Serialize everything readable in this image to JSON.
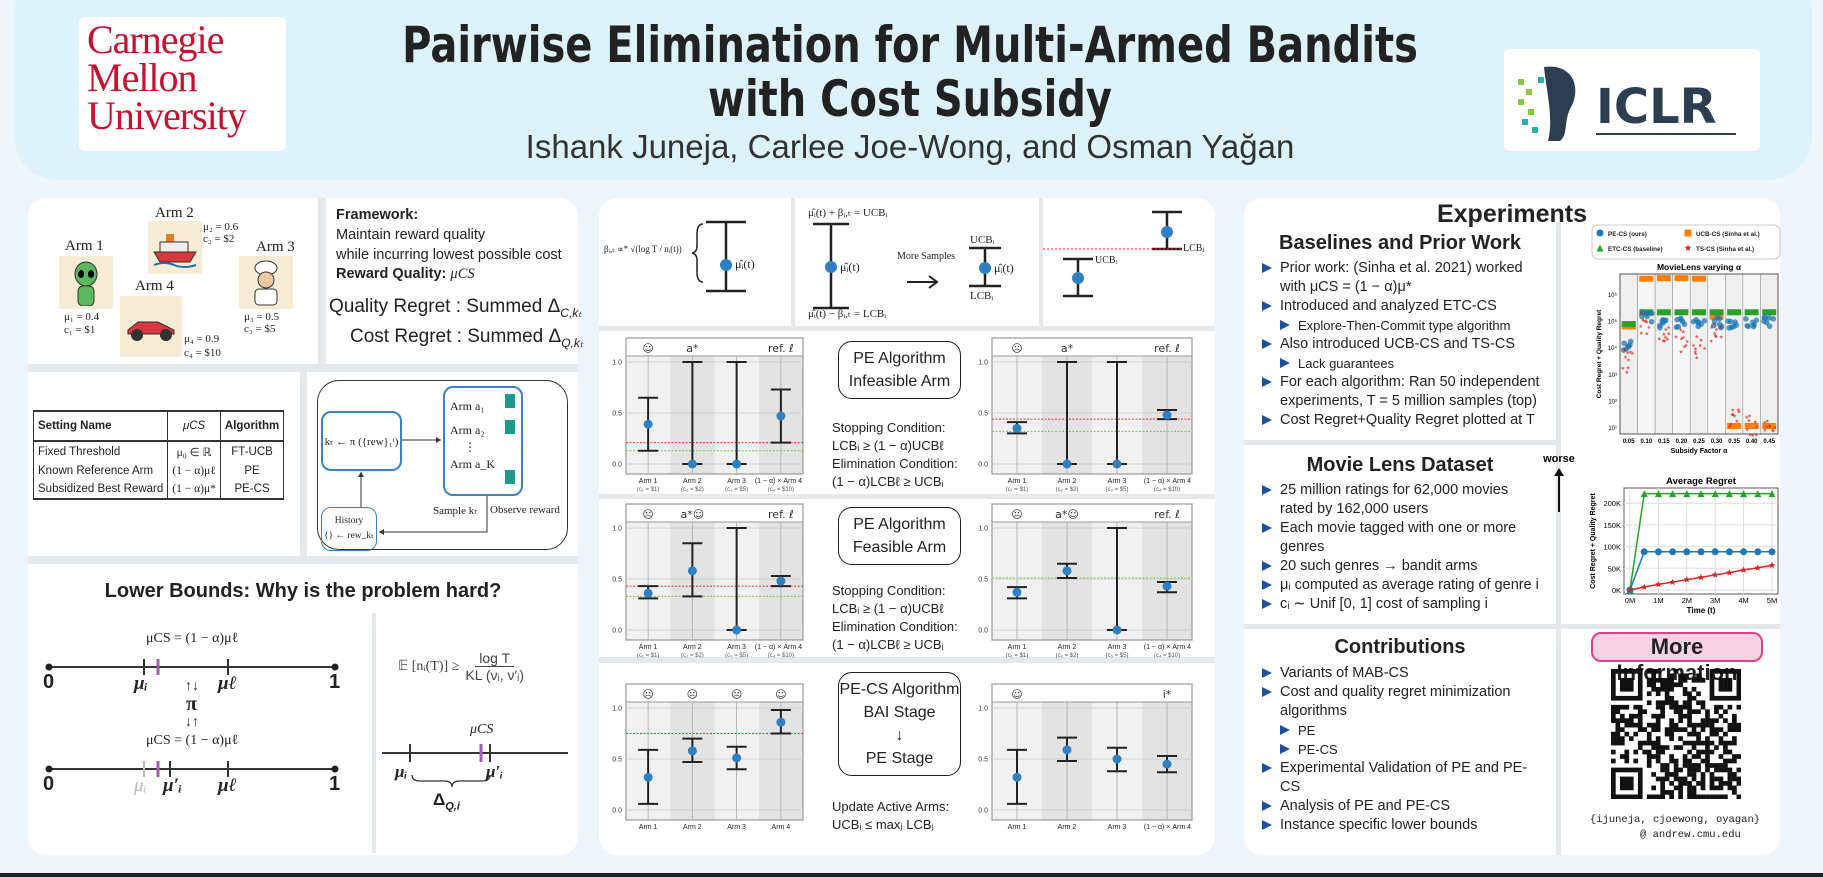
{
  "header": {
    "title_line1": "Pairwise Elimination for Multi-Armed Bandits",
    "title_line2": "with Cost Subsidy",
    "authors": "Ishank Juneja, Carlee Joe-Wong, and Osman Yağan",
    "cmu_logo": [
      "Carnegie",
      "Mellon",
      "University"
    ],
    "iclr_logo": "ICLR"
  },
  "arms": [
    {
      "label": "Arm 1",
      "mu": "μ₁ = 0.4",
      "cost": "c₁ = $1",
      "icon": "alien-icon"
    },
    {
      "label": "Arm 2",
      "mu": "μ₂ = 0.6",
      "cost": "c₂ = $2",
      "icon": "ship-icon"
    },
    {
      "label": "Arm 3",
      "mu": "μ₃ = 0.5",
      "cost": "c₃ = $5",
      "icon": "chef-icon"
    },
    {
      "label": "Arm 4",
      "mu": "μ₄ = 0.9",
      "cost": "c₄ = $10",
      "icon": "race-car-icon"
    }
  ],
  "framework": {
    "heading": "Framework:",
    "line1": "Maintain reward quality",
    "line2": "while incurring lowest possible cost",
    "rq_label": "Reward Quality:",
    "rq_value": "μCS",
    "quality_regret": "Quality Regret : Summed Δ",
    "quality_sub": "C,kₜ",
    "cost_regret": "Cost Regret : Summed Δ",
    "cost_sub": "Q,kₜ"
  },
  "table": {
    "headers": [
      "Setting Name",
      "μCS",
      "Algorithm"
    ],
    "rows": [
      [
        "Fixed Threshold",
        "μ₀ ∈ ℝ",
        "FT-UCB"
      ],
      [
        "Known Reference Arm",
        "(1 − α)μℓ",
        "PE"
      ],
      [
        "Subsidized Best Reward",
        "(1 − α)μ*",
        "PE-CS"
      ]
    ]
  },
  "flow": {
    "policy": "kₜ ← π ({rew}₁ᵗ)",
    "arms": [
      "Arm a₁",
      "Arm a₂",
      "Arm a_K"
    ],
    "history_title": "History",
    "history_update": "{} ← rew_kₜ",
    "sample": "Sample kₜ",
    "observe": "Observe reward"
  },
  "lower_bounds": {
    "title": "Lower Bounds: Why is the problem hard?",
    "mucs_eq": "μCS = (1 − α)μℓ",
    "zero": "0",
    "one": "1",
    "mu_i": "μᵢ",
    "mu_l": "μℓ",
    "mu_i_prime": "μ′ᵢ",
    "pi": "π",
    "mu_cs": "μCS",
    "delta": "Δ",
    "delta_sub": "Q,i",
    "formula_lhs": "𝔼 [nᵢ(T)] ≥",
    "formula_num": "log T",
    "formula_den": "KL (νᵢ, ν′ᵢ)",
    "arrows_up_down": "↑↓",
    "arrows_down_up": "↓↑"
  },
  "concept": {
    "beta": "βᵢ,ₜ ∝* √(log T / nᵢ(t))",
    "mu_hat": "μ̂ᵢ(t)",
    "ucb_eq": "μ̂ᵢ(t) + βᵢ,ₜ = UCBᵢ",
    "lcb_eq": "μ̂ᵢ(t) − βᵢ,ₜ = LCBᵢ",
    "more_samples": "More Samples",
    "ucb": "UCBᵢ",
    "lcb": "LCBᵢ",
    "lcb_j": "LCBⱼ"
  },
  "rows": [
    {
      "box": [
        "PE Algorithm",
        "Infeasible Arm"
      ],
      "conditions": [
        "Stopping Condition:",
        "LCBᵢ ≥ (1 − α)UCBℓ",
        "Elimination Condition:",
        "(1 − α)LCBℓ ≥ UCBᵢ"
      ],
      "left": {
        "top": [
          "☺",
          "a*",
          "",
          "ref. ℓ"
        ],
        "xlabels": [
          "Arm 1",
          "Arm 2",
          "Arm 3",
          "(1 − α) × Arm 4"
        ],
        "costs": [
          "(c₁ = $1)",
          "(c₂ = $2)",
          "(c₃ = $5)",
          "(c₄ = $10)"
        ],
        "yticks": [
          "0.0",
          "0.5",
          "1.0"
        ],
        "red": 0.21,
        "green": 0.13,
        "bars": [
          [
            0.39,
            0.13,
            0.65
          ],
          [
            0,
            0,
            1
          ],
          [
            0,
            0,
            1
          ],
          [
            0.47,
            0.21,
            0.73
          ]
        ]
      },
      "right": {
        "top": [
          "☹",
          "a*",
          "",
          "ref. ℓ"
        ],
        "xlabels": [
          "Arm 1",
          "Arm 2",
          "Arm 3",
          "(1 − α) × Arm 4"
        ],
        "costs": [
          "(c₁ = $1)",
          "(c₂ = $2)",
          "(c₃ = $5)",
          "(c₄ = $10)"
        ],
        "yticks": [
          "0.0",
          "0.5",
          "1.0"
        ],
        "red": 0.44,
        "green": 0.32,
        "bars": [
          [
            0.35,
            0.3,
            0.41
          ],
          [
            0,
            0,
            1
          ],
          [
            0,
            0,
            1
          ],
          [
            0.48,
            0.44,
            0.53
          ]
        ]
      }
    },
    {
      "box": [
        "PE Algorithm",
        "Feasible Arm"
      ],
      "conditions": [
        "Stopping Condition:",
        "LCBᵢ ≥ (1 − α)UCBℓ",
        "Elimination Condition:",
        "(1 − α)LCBℓ ≥ UCBᵢ"
      ],
      "left": {
        "top": [
          "☹",
          "a*☺",
          "",
          "ref. ℓ"
        ],
        "xlabels": [
          "Arm 1",
          "Arm 2",
          "Arm 3",
          "(1 − α) × Arm 4"
        ],
        "costs": [
          "(c₁ = $1)",
          "(c₂ = $2)",
          "(c₃ = $5)",
          "(c₄ = $10)"
        ],
        "yticks": [
          "0.0",
          "0.5",
          "1.0"
        ],
        "red": 0.43,
        "green": 0.33,
        "bars": [
          [
            0.36,
            0.31,
            0.43
          ],
          [
            0.58,
            0.33,
            0.85
          ],
          [
            0,
            0,
            1
          ],
          [
            0.48,
            0.43,
            0.53
          ]
        ]
      },
      "right": {
        "top": [
          "☹",
          "a*☺",
          "",
          "ref. ℓ"
        ],
        "xlabels": [
          "Arm 1",
          "Arm 2",
          "Arm 3",
          "(1 − α) × Arm 4"
        ],
        "costs": [
          "(c₁ = $1)",
          "(c₂ = $2)",
          "(c₃ = $5)",
          "(c₄ = $10)"
        ],
        "yticks": [
          "0.0",
          "0.5",
          "1.0"
        ],
        "red": null,
        "green": 0.51,
        "bars": [
          [
            0.37,
            0.31,
            0.42
          ],
          [
            0.58,
            0.51,
            0.65
          ],
          [
            0,
            0,
            1
          ],
          [
            0.43,
            0.37,
            0.47
          ]
        ]
      }
    },
    {
      "box": [
        "PE-CS Algorithm",
        "BAI Stage",
        "↓",
        "PE Stage"
      ],
      "conditions": [
        "Update Active Arms:",
        "UCBᵢ ≤ maxⱼ LCBⱼ"
      ],
      "left": {
        "top": [
          "☹",
          "☹",
          "☹",
          "☺"
        ],
        "xlabels": [
          "Arm 1",
          "Arm 2",
          "Arm 3",
          "Arm 4"
        ],
        "costs": [],
        "yticks": [
          "0.0",
          "0.5",
          "1.0"
        ],
        "red": 0.75,
        "green": null,
        "bars": [
          [
            0.32,
            0.06,
            0.59
          ],
          [
            0.58,
            0.47,
            0.7
          ],
          [
            0.51,
            0.4,
            0.62
          ],
          [
            0.86,
            0.75,
            0.98
          ]
        ]
      },
      "right": {
        "top": [
          "☺",
          "",
          "",
          "i*"
        ],
        "xlabels": [
          "Arm 1",
          "Arm 2",
          "Arm 3",
          "(1 − α) × Arm 4"
        ],
        "costs": [],
        "yticks": [
          "0.0",
          "0.5",
          "1.0"
        ],
        "red": null,
        "green": null,
        "bars": [
          [
            0.32,
            0.06,
            0.59
          ],
          [
            0.59,
            0.48,
            0.71
          ],
          [
            0.5,
            0.38,
            0.61
          ],
          [
            0.45,
            0.37,
            0.53
          ]
        ]
      }
    }
  ],
  "experiments": {
    "title": "Experiments",
    "baselines": {
      "heading": "Baselines and Prior Work",
      "items": [
        {
          "text": "Prior work: (Sinha et al. 2021) worked with μCS = (1 − α)μ*",
          "sub": false
        },
        {
          "text": "Introduced and analyzed ETC-CS",
          "sub": false
        },
        {
          "text": "Explore-Then-Commit type algorithm",
          "sub": true
        },
        {
          "text": "Also introduced UCB-CS and TS-CS",
          "sub": false
        },
        {
          "text": "Lack guarantees",
          "sub": true
        },
        {
          "text": "For each algorithm: Ran 50 independent experiments, T = 5 million samples (top)",
          "sub": false
        },
        {
          "text": "Cost Regret+Quality Regret plotted at T",
          "sub": false
        }
      ]
    },
    "movielens": {
      "heading": "Movie Lens Dataset",
      "items": [
        {
          "text": "25 million ratings for 62,000 movies rated by 162,000 users",
          "sub": false
        },
        {
          "text": "Each movie tagged with one or more genres",
          "sub": false
        },
        {
          "text": "20 such genres → bandit arms",
          "sub": false
        },
        {
          "text": "μᵢ computed as average rating of genre i",
          "sub": false
        },
        {
          "text": "cᵢ ∼ Unif [0, 1] cost of sampling i",
          "sub": false
        }
      ]
    },
    "contributions": {
      "heading": "Contributions",
      "items": [
        {
          "text": "Variants of MAB-CS",
          "sub": false
        },
        {
          "text": "Cost and quality regret minimization algorithms",
          "sub": false
        },
        {
          "text": "PE",
          "sub": true
        },
        {
          "text": "PE-CS",
          "sub": true
        },
        {
          "text": "Experimental Validation of PE and PE-CS",
          "sub": false
        },
        {
          "text": "Analysis of PE and PE-CS",
          "sub": false
        },
        {
          "text": "Instance specific lower bounds",
          "sub": false
        }
      ]
    },
    "worse": "worse",
    "more_info": {
      "label": "More Information",
      "emails": "{ijuneja, cjoewong, oyagan}",
      "domain": "@ andrew.cmu.edu"
    }
  },
  "colors": {
    "pe_cs": "#1f77b4",
    "etc_cs": "#2ca02c",
    "ucb_cs": "#ff7f0e",
    "ts_cs": "#d62728",
    "point": "#2f7fc1",
    "accent": "#1f4e9a"
  },
  "chart_data": [
    {
      "type": "scatter",
      "title": "MovieLens varying α",
      "xlabel": "Subsidy Factor α",
      "ylabel": "Cost Regret + Quality Regret",
      "yscale": "log",
      "ylim": [
        6,
        6000000
      ],
      "yticks": [
        "10¹",
        "10²",
        "10³",
        "10⁴",
        "10⁵",
        "10⁶"
      ],
      "yticks_exp": [
        1,
        2,
        3,
        4,
        5,
        6
      ],
      "categories": [
        "0.05",
        "0.10",
        "0.15",
        "0.20",
        "0.25",
        "0.30",
        "0.35",
        "0.40",
        "0.45"
      ],
      "legend": [
        "PE-CS (ours)",
        "UCB-CS (Sinha et al.)",
        "ETC-CS (baseline)",
        "TS-CS (Sinha et al.)"
      ],
      "series": [
        {
          "name": "PE-CS (ours)",
          "key": "pe_cs",
          "values": [
            12000,
            150000,
            90000,
            90000,
            90000,
            90000,
            90000,
            90000,
            90000
          ]
        },
        {
          "name": "UCB-CS (Sinha et al.)",
          "key": "ucb_cs",
          "values": [
            65000,
            4000000,
            4200000,
            4200000,
            4000000,
            150000,
            12,
            12,
            12
          ]
        },
        {
          "name": "ETC-CS (baseline)",
          "key": "etc_cs",
          "values": [
            80000,
            220000,
            220000,
            220000,
            220000,
            220000,
            220000,
            220000,
            220000
          ]
        },
        {
          "name": "TS-CS (Sinha et al.)",
          "key": "ts_cs",
          "values": [
            3000,
            80000,
            50000,
            20000,
            10000,
            30000,
            18,
            14,
            13
          ]
        }
      ]
    },
    {
      "type": "line",
      "title": "Average Regret",
      "xlabel": "Time (t)",
      "ylabel": "Cost Regret + Quality Regret",
      "xlim": [
        0,
        5
      ],
      "ylim": [
        0,
        235000
      ],
      "xticks": [
        "0M",
        "1M",
        "2M",
        "3M",
        "4M",
        "5M"
      ],
      "yticks": [
        "0K",
        "50K",
        "100K",
        "150K",
        "200K"
      ],
      "x": [
        0,
        0.5,
        1,
        1.5,
        2,
        2.5,
        3,
        3.5,
        4,
        4.5,
        5
      ],
      "series": [
        {
          "name": "ETC-CS (baseline)",
          "key": "etc_cs",
          "values": [
            0,
            222000,
            222000,
            222000,
            222000,
            222000,
            222000,
            222000,
            222000,
            222000,
            222000
          ]
        },
        {
          "name": "PE-CS (ours)",
          "key": "pe_cs",
          "values": [
            0,
            88000,
            88000,
            88000,
            88000,
            88000,
            88000,
            88000,
            88000,
            88000,
            88000
          ]
        },
        {
          "name": "TS-CS (Sinha et al.)",
          "key": "ts_cs",
          "values": [
            0,
            7000,
            13000,
            18000,
            24000,
            29000,
            35000,
            40000,
            46000,
            51000,
            57000
          ]
        }
      ]
    }
  ]
}
